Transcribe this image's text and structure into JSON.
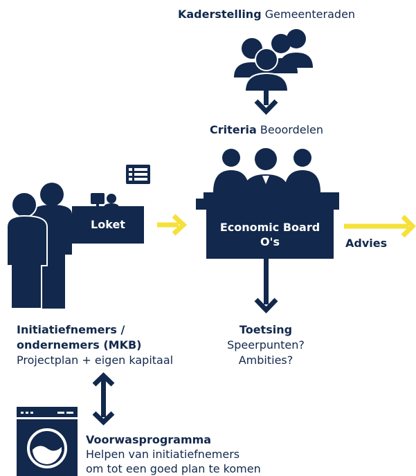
{
  "colors": {
    "navy": "#12284c",
    "yellow": "#f5e13a",
    "white": "#ffffff"
  },
  "kaderstelling": {
    "bold": "Kaderstelling",
    "rest": "Gemeenteraden",
    "icon": "group-people-icon"
  },
  "criteria": {
    "bold": "Criteria",
    "rest": "Beoordelen",
    "icon": "board-members-icon"
  },
  "loket": {
    "label": "Loket",
    "icon": "counter-desk-icon"
  },
  "board": {
    "line1": "Economic Board",
    "line2": "O's"
  },
  "advies": {
    "label": "Advies"
  },
  "initiatiefnemers": {
    "line1": "Initiatiefnemers /",
    "line2": "ondernemers (MKB)",
    "line3": "Projectplan + eigen kapitaal",
    "icon": "two-people-icon"
  },
  "toetsing": {
    "title": "Toetsing",
    "line1": "Speerpunten?",
    "line2": "Ambities?"
  },
  "voorwas": {
    "title": "Voorwasprogramma",
    "line1": "Helpen van initiatiefnemers",
    "line2": "om tot een goed plan te komen",
    "icon": "washing-machine-icon"
  }
}
